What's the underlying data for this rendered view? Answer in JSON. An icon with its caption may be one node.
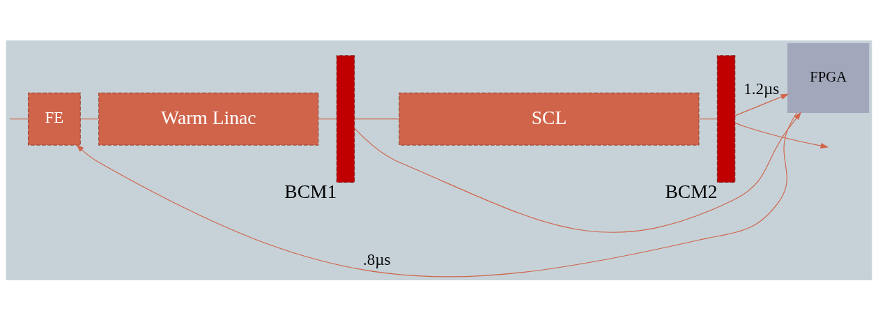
{
  "diagram": {
    "nodes": [
      {
        "text": [
          "FE"
        ]
      },
      {
        "text": [
          "Warm Linac"
        ]
      },
      {
        "text": [],
        "shape": "bar",
        "beside": [
          "BCM1"
        ]
      },
      {
        "text": [
          "SCL"
        ]
      },
      {
        "text": [],
        "shape": "bar",
        "beside": [
          "BCM2"
        ]
      },
      {
        "text": [
          "FPGA"
        ]
      }
    ],
    "edges": [
      {
        "from": null,
        "to": 0,
        "arrow": "none"
      },
      {
        "from": 0,
        "to": 1,
        "arrow": "none"
      },
      {
        "from": 1,
        "to": 2,
        "arrow": "none"
      },
      {
        "from": 2,
        "to": 3,
        "arrow": "none"
      },
      {
        "from": 3,
        "to": 4,
        "arrow": "none"
      },
      {
        "from": 4,
        "to": null,
        "arrow": "to"
      },
      {
        "from": 2,
        "to": 5,
        "arrow": "to"
      },
      {
        "from": 4,
        "to": 5,
        "arrow": "to",
        "label": "1.2µs"
      },
      {
        "from": 5,
        "to": 0,
        "arrow": "to",
        "label": ".8µs"
      }
    ]
  }
}
